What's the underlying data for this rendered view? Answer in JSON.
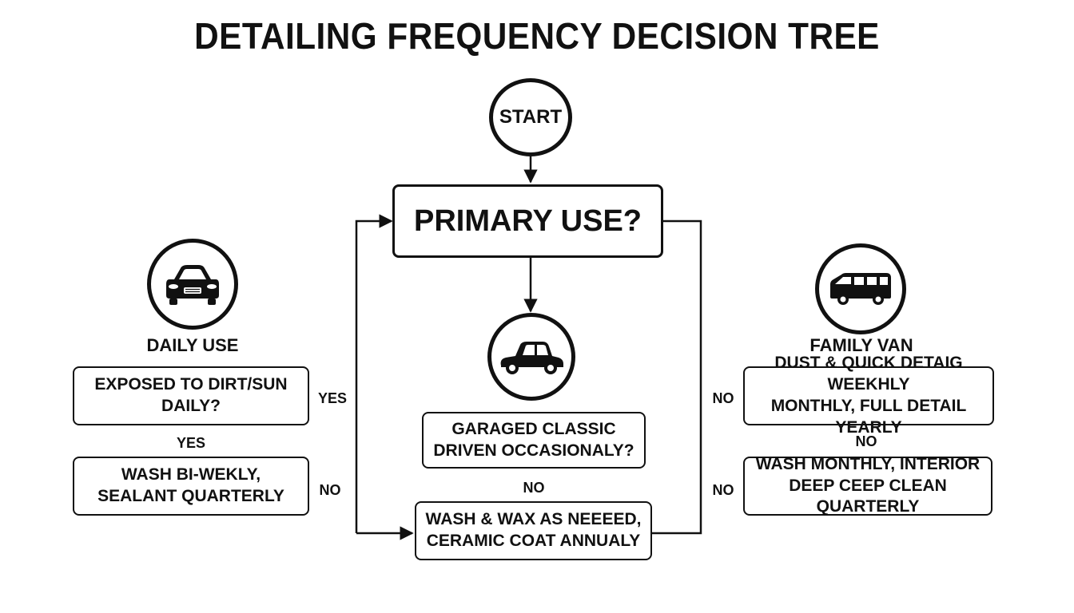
{
  "title": "DETAILING FREQUENCY DECISION TREE",
  "nodes": {
    "start": "START",
    "primary_use": "PRIMARY USE?",
    "daily_use": {
      "heading": "DAILY USE",
      "icon": "sedan-car-icon",
      "question": "EXPOSED TO DIRT/SUN\nDAILY?",
      "yes_label": "YES",
      "result": "WASH BI-WEKLY,\nSEALANT QUARTERLY",
      "side_yes_label": "YES",
      "side_no_label": "NO"
    },
    "classic": {
      "icon": "classic-car-icon",
      "question": "GARAGED CLASSIC\nDRIVEN OCCASIONALY?",
      "no_label": "NO",
      "result": "WASH & WAX AS NEEEED,\nCERAMIC COAT ANNUALY"
    },
    "family_van": {
      "heading": "FAMILY VAN",
      "icon": "van-icon",
      "question": "DUST & QUICK DETAIG WEEKHLY\nMONTHLY, FULL DETAIL YEARLY",
      "no_label": "NO",
      "result": "WASH MONTHLY, INTERIOR\nDEEP CEEP CLEAN QUARTERLY",
      "side_no_label_top": "NO",
      "side_no_label_bottom": "NO"
    }
  }
}
